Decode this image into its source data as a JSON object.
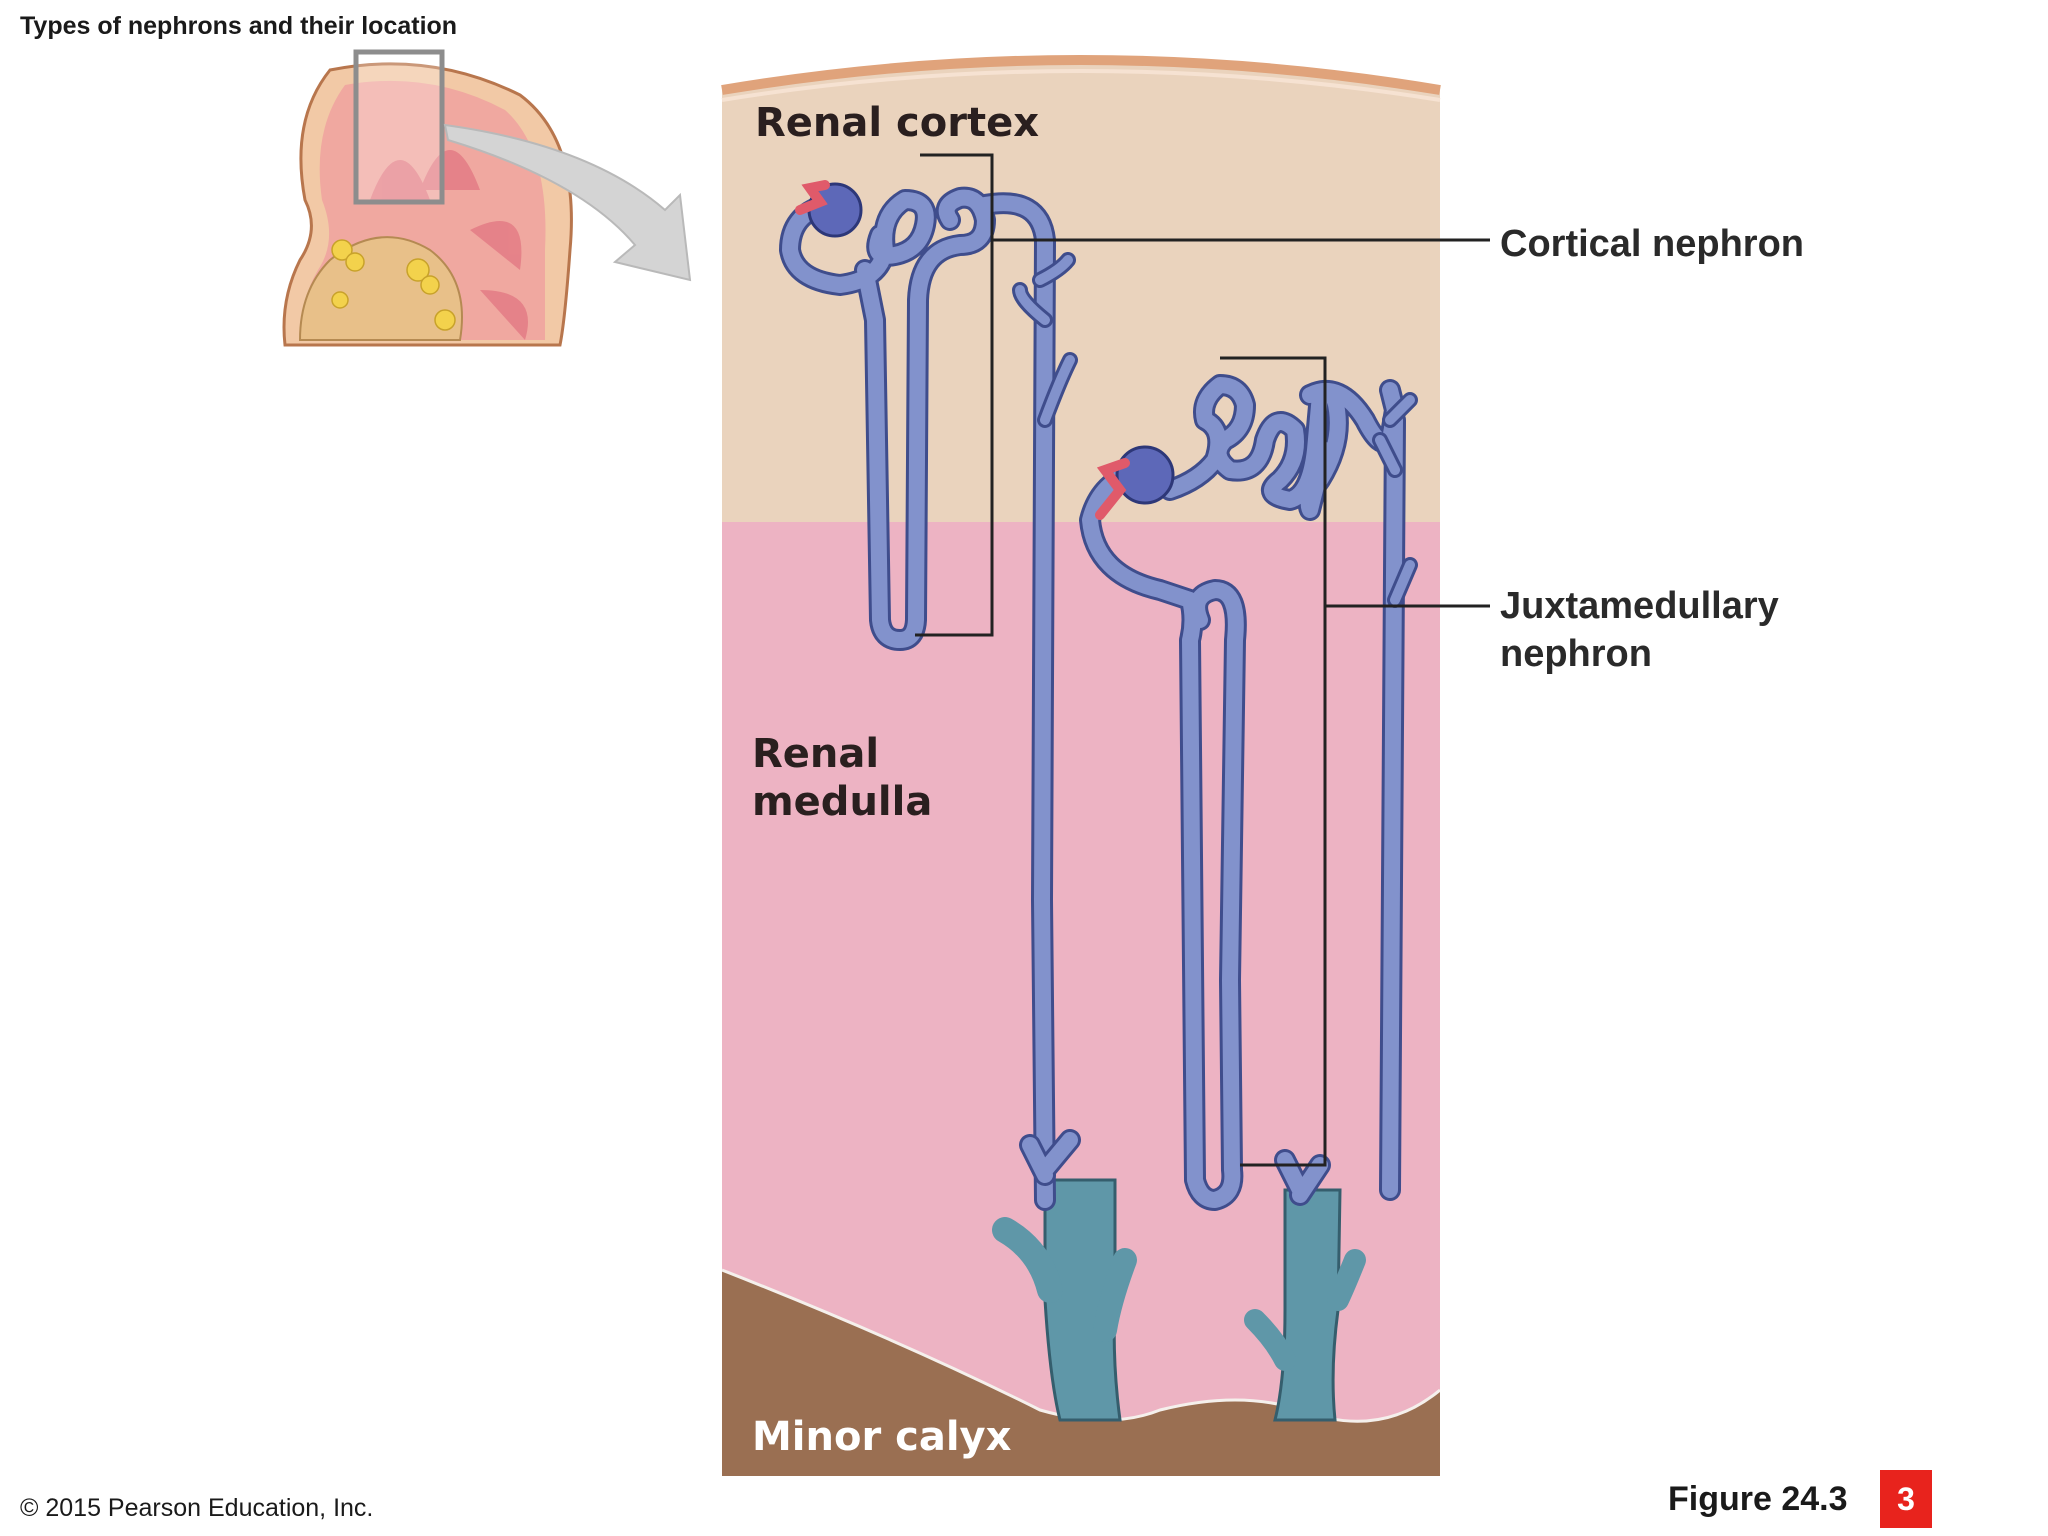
{
  "slide": {
    "title": "Types of nephrons and their location",
    "copyright": "© 2015 Pearson Education, Inc.",
    "figure_ref": "Figure 24.3",
    "page_number": "3"
  },
  "regions": {
    "cortex": "Renal cortex",
    "medulla": "Renal medulla",
    "calyx": "Minor calyx"
  },
  "callouts": {
    "cortical": "Cortical nephron",
    "juxtamedullary": "Juxtamedullary nephron"
  },
  "colors": {
    "cortex": "#ead3bd",
    "medulla": "#edb3c3",
    "calyx": "#9a6f52",
    "tubule": "#7d8cc6",
    "tubule_edge": "#3f4d8c",
    "arteriole": "#e05a6a",
    "duct_teal": "#5f97a8",
    "capsule": "#e9a57a",
    "badge": "#e8231d"
  }
}
